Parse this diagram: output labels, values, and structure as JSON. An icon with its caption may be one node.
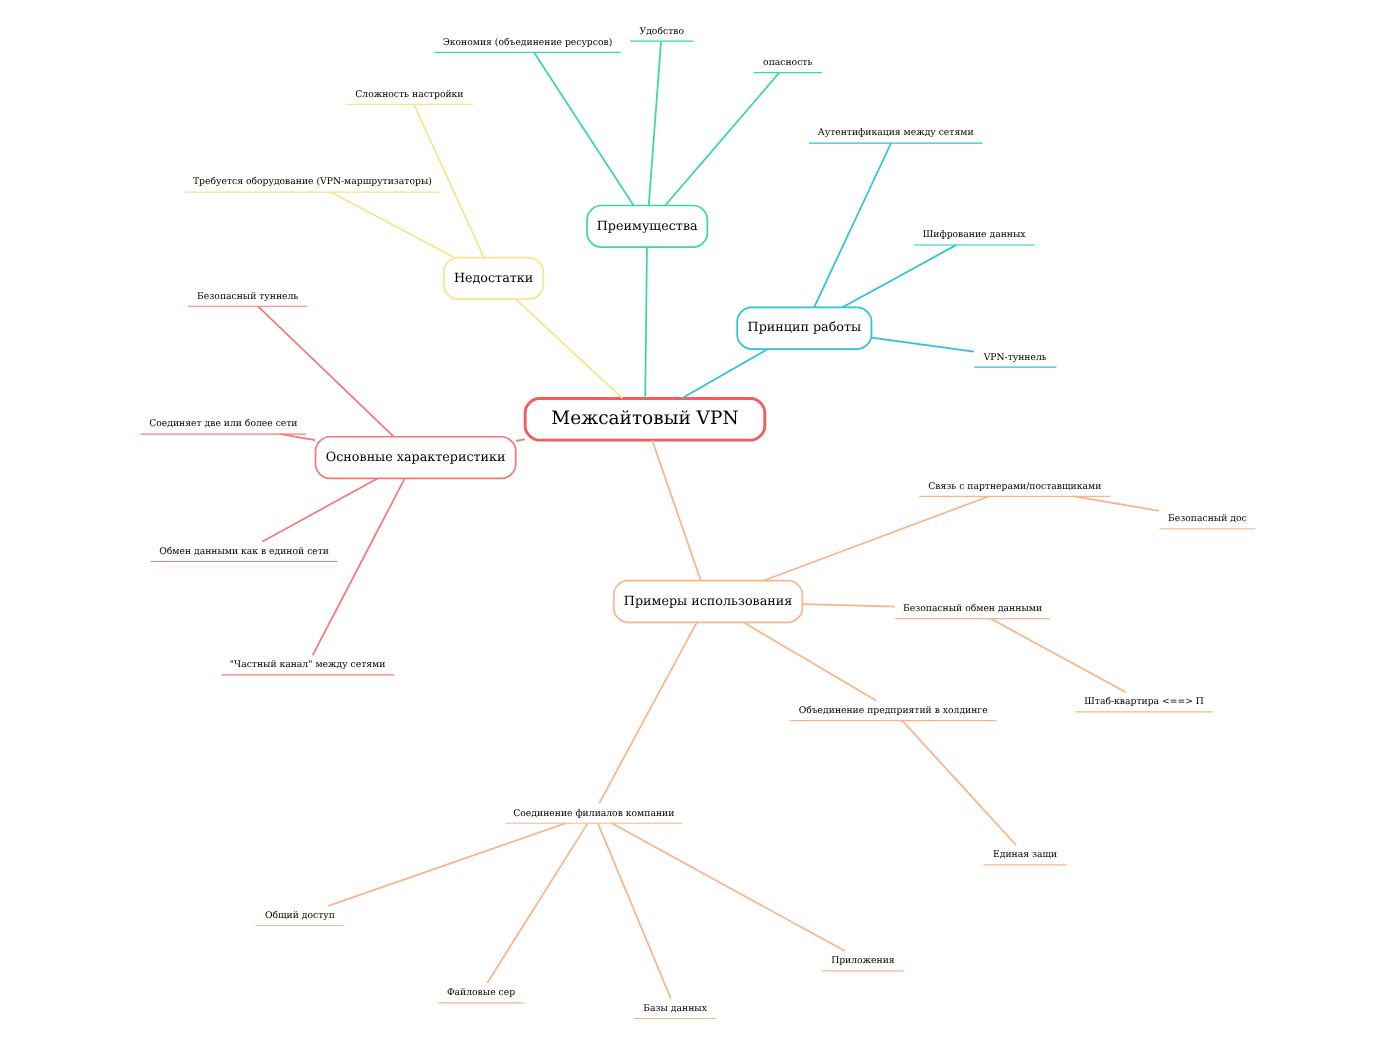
{
  "diagram": {
    "nodes": [
      {
        "text": [
          "Межсайтовый VPN"
        ]
      },
      {
        "text": [
          "Принцип работы"
        ]
      },
      {
        "text": [
          "VPN-туннель"
        ]
      },
      {
        "text": [
          "Шифрование данных"
        ]
      },
      {
        "text": [
          "Аутентификация между сетями"
        ]
      },
      {
        "text": [
          "Преимущества"
        ]
      },
      {
        "text": [
          "опасность"
        ]
      },
      {
        "text": [
          "Удобство"
        ]
      },
      {
        "text": [
          "Экономия (объединение ресурсов)"
        ]
      },
      {
        "text": [
          "Недостатки"
        ]
      },
      {
        "text": [
          "Сложность настройки"
        ]
      },
      {
        "text": [
          "Требуется оборудование (VPN-маршрутизаторы)"
        ]
      },
      {
        "text": [
          "Основные характеристики"
        ]
      },
      {
        "text": [
          "Безопасный туннель"
        ]
      },
      {
        "text": [
          "Соединяет две или более сети"
        ]
      },
      {
        "text": [
          "Обмен данными как в единой сети"
        ]
      },
      {
        "text": [
          "\"Частный канал\" между сетями"
        ]
      },
      {
        "text": [
          "Примеры использования"
        ]
      },
      {
        "text": [
          "Соединение филиалов компании"
        ]
      },
      {
        "text": [
          "Общий доступ"
        ]
      },
      {
        "text": [
          "Файловые сер"
        ]
      },
      {
        "text": [
          "Базы данных"
        ]
      },
      {
        "text": [
          "Приложения"
        ]
      },
      {
        "text": [
          "Объединение предприятий в холдинге"
        ]
      },
      {
        "text": [
          "Единая защи"
        ]
      },
      {
        "text": [
          "Безопасный обмен данными"
        ]
      },
      {
        "text": [
          "Штаб-квартира <==> П"
        ]
      },
      {
        "text": [
          "Связь с партнерами/поставщиками"
        ]
      },
      {
        "text": [
          "Безопасный дос"
        ]
      }
    ],
    "edges": [
      {
        "from": 0,
        "to": 1,
        "arrow": "none",
        "color": "#29c4d6"
      },
      {
        "from": 1,
        "to": 2,
        "arrow": "none",
        "color": "#29c4d6"
      },
      {
        "from": 1,
        "to": 3,
        "arrow": "none",
        "color": "#29c4d6"
      },
      {
        "from": 1,
        "to": 4,
        "arrow": "none",
        "color": "#29c4d6"
      },
      {
        "from": 0,
        "to": 5,
        "arrow": "none",
        "color": "#3dd6a5"
      },
      {
        "from": 5,
        "to": 6,
        "arrow": "none",
        "color": "#3dd6a5"
      },
      {
        "from": 5,
        "to": 7,
        "arrow": "none",
        "color": "#3dd6a5"
      },
      {
        "from": 5,
        "to": 8,
        "arrow": "none",
        "color": "#3dd6a5"
      },
      {
        "from": 0,
        "to": 9,
        "arrow": "none",
        "color": "#f5e68a"
      },
      {
        "from": 9,
        "to": 10,
        "arrow": "none",
        "color": "#f5e68a"
      },
      {
        "from": 9,
        "to": 11,
        "arrow": "none",
        "color": "#f5e68a"
      },
      {
        "from": 0,
        "to": 12,
        "arrow": "none",
        "color": "#f47a7a"
      },
      {
        "from": 12,
        "to": 13,
        "arrow": "none",
        "color": "#f47a7a"
      },
      {
        "from": 12,
        "to": 14,
        "arrow": "none",
        "color": "#f47a7a"
      },
      {
        "from": 12,
        "to": 15,
        "arrow": "none",
        "color": "#f47a7a"
      },
      {
        "from": 12,
        "to": 16,
        "arrow": "none",
        "color": "#f47a7a"
      },
      {
        "from": 0,
        "to": 17,
        "arrow": "none"
      },
      {
        "from": 17,
        "to": 18,
        "arrow": "none"
      },
      {
        "from": 18,
        "to": 19,
        "arrow": "none"
      },
      {
        "from": 18,
        "to": 20,
        "arrow": "none"
      },
      {
        "from": 18,
        "to": 21,
        "arrow": "none"
      },
      {
        "from": 18,
        "to": 22,
        "arrow": "none"
      },
      {
        "from": 17,
        "to": 23,
        "arrow": "none"
      },
      {
        "from": 23,
        "to": 24,
        "arrow": "none"
      },
      {
        "from": 17,
        "to": 25,
        "arrow": "none"
      },
      {
        "from": 25,
        "to": 26,
        "arrow": "none"
      },
      {
        "from": 17,
        "to": 27,
        "arrow": "none"
      },
      {
        "from": 27,
        "to": 28,
        "arrow": "none"
      }
    ]
  }
}
